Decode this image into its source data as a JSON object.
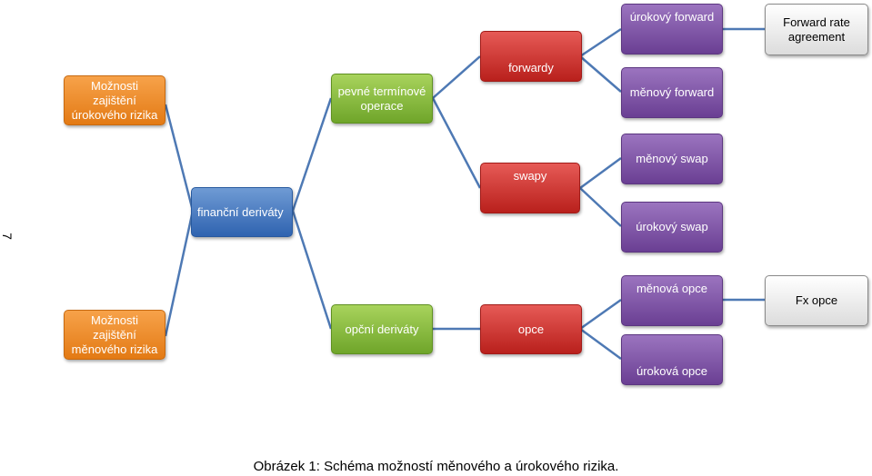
{
  "diagram": {
    "side_number": "7",
    "nodes": {
      "zajisteni_urokoveho": "Možnosti zajištění úrokového rizika",
      "zajisteni_menoveho": "Možnosti zajištění měnového rizika",
      "financni_derivaty": "finanční deriváty",
      "pevne_terminove": "pevné termínové operace",
      "opcni_derivaty": "opční deriváty",
      "forwardy": "forwardy",
      "swapy": "swapy",
      "opce": "opce",
      "urokovy_forward": "úrokový forward",
      "menovy_forward": "měnový forward",
      "menovy_swap": "měnový swap",
      "urokovy_swap": "úrokový swap",
      "menova_opce": "měnová opce",
      "urokova_opce": "úroková opce",
      "fra": "Forward rate agreement",
      "fx_opce": "Fx opce"
    },
    "colors": {
      "orange": "#e37a14",
      "blue": "#2f63b0",
      "green": "#6fa52a",
      "red": "#b9201c",
      "purple": "#6a3f93",
      "gray": "#dcdcdc",
      "connector": "#4e79b4"
    }
  },
  "caption": "Obrázek 1: Schéma možností měnového a úrokového rizika."
}
